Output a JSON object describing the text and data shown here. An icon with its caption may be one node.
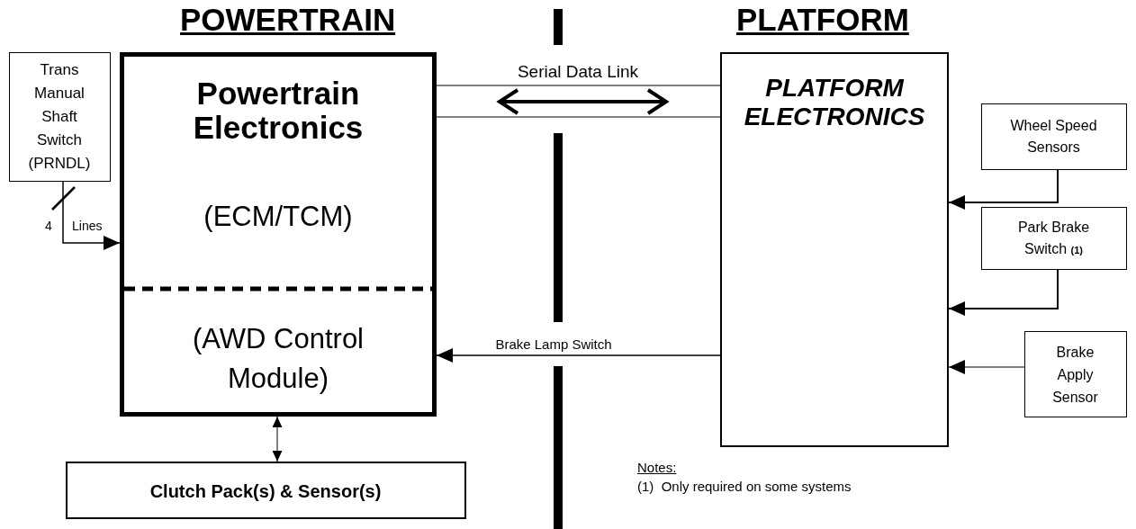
{
  "diagram": {
    "nodes": [
      {
        "text": [
          "Powertrain Electronics",
          "(ECM/TCM)",
          "(AWD Control Module)"
        ]
      },
      {
        "text": [
          "PLATFORM ELECTRONICS"
        ]
      },
      {
        "text": [
          "Trans Manual Shaft Switch (PRNDL)"
        ]
      },
      {
        "text": [
          "Wheel Speed Sensors"
        ]
      },
      {
        "text": [
          "Park Brake Switch **(1)**"
        ]
      },
      {
        "text": [
          "Brake Apply Sensor"
        ]
      },
      {
        "text": [
          "Clutch Pack(s) & Sensor(s)"
        ]
      }
    ],
    "edges": [
      {
        "from": 2,
        "to": 0,
        "arrow": "to"
      },
      {
        "from": 0,
        "to": 1,
        "arrow": "none",
        "label": "Serial Data Link"
      },
      {
        "from": 0,
        "to": 1,
        "arrow": "none"
      },
      {
        "from": 3,
        "to": 1,
        "arrow": "to"
      },
      {
        "from": 4,
        "to": 1,
        "arrow": "to"
      },
      {
        "from": 5,
        "to": 1,
        "arrow": "to"
      },
      {
        "from": 1,
        "to": 0,
        "arrow": "to",
        "label": "Brake Lamp Switch"
      },
      {
        "from": 0,
        "to": 6,
        "arrow": "both"
      }
    ],
    "labels": [
      "POWERTRAIN",
      "PLATFORM",
      "4",
      "Lines",
      "Notes:",
      "(1)  Only required on some systems"
    ]
  }
}
